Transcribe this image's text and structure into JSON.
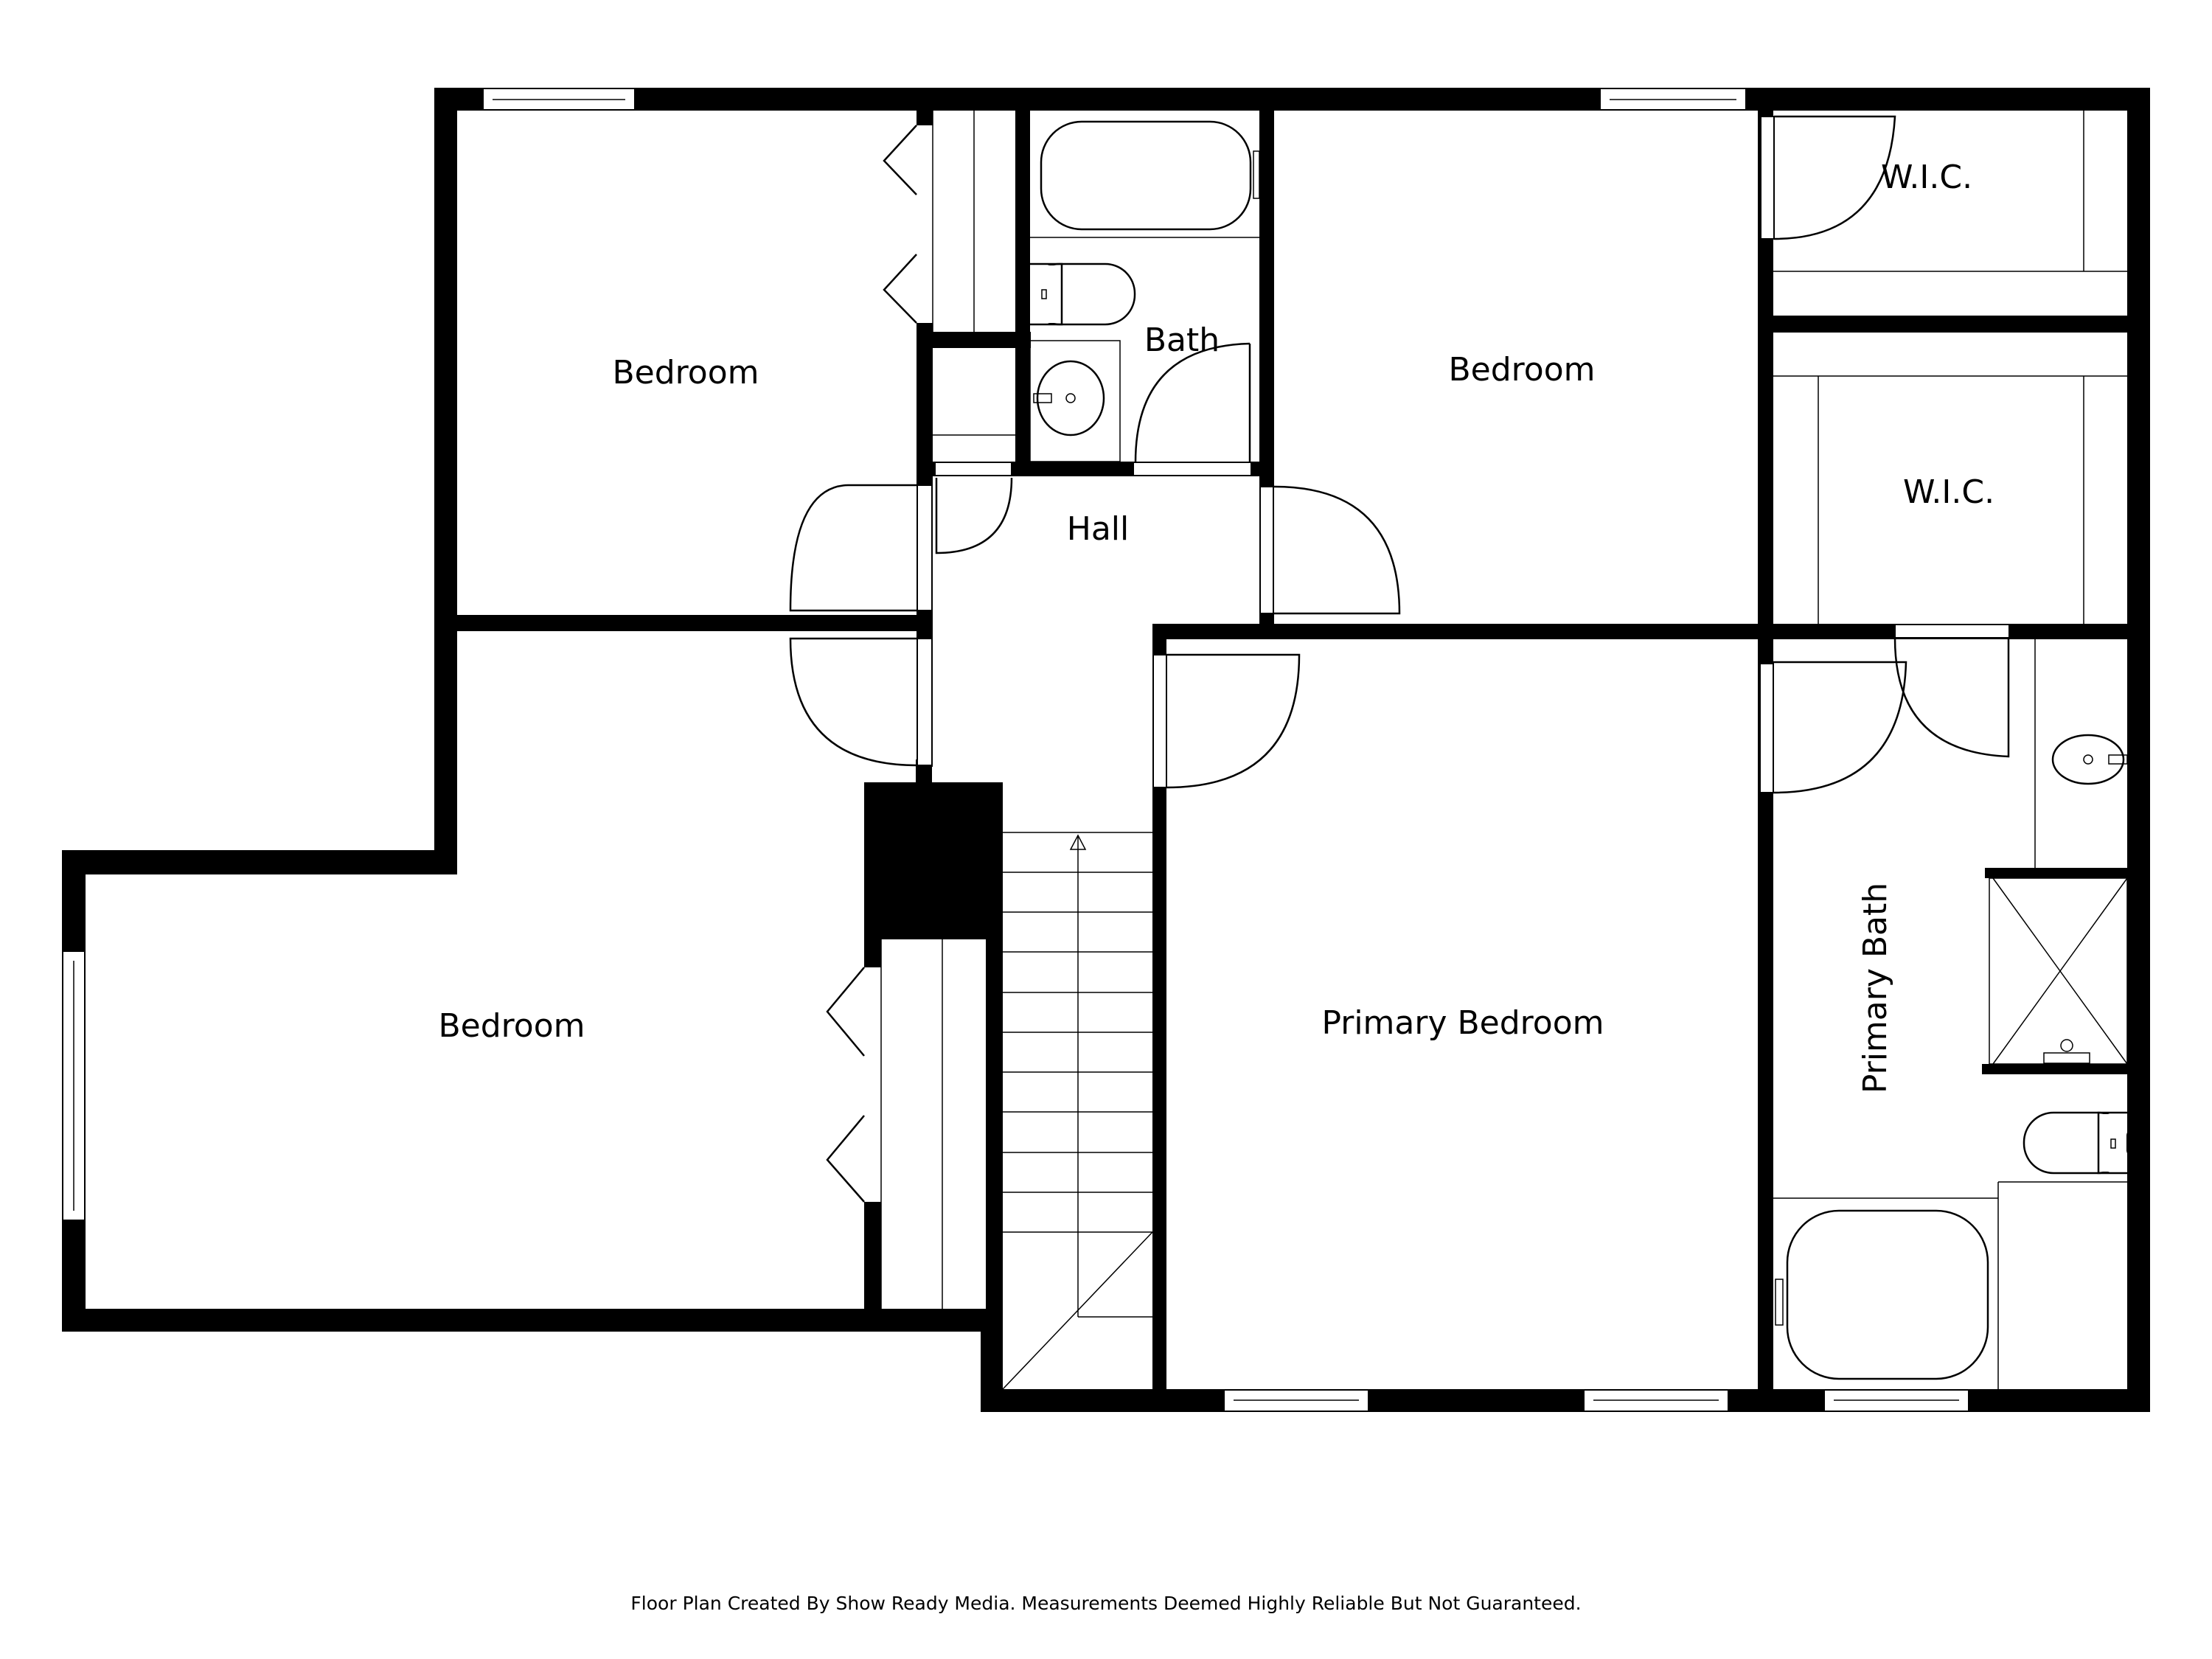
{
  "floor_plan": {
    "rooms": [
      {
        "id": "bedroom-upper-left",
        "label": "Bedroom"
      },
      {
        "id": "bath",
        "label": "Bath"
      },
      {
        "id": "hall",
        "label": "Hall"
      },
      {
        "id": "bedroom-upper-right",
        "label": "Bedroom"
      },
      {
        "id": "wic-top",
        "label": "W.I.C."
      },
      {
        "id": "wic-middle",
        "label": "W.I.C."
      },
      {
        "id": "bedroom-lower-left",
        "label": "Bedroom"
      },
      {
        "id": "primary-bedroom",
        "label": "Primary Bedroom"
      },
      {
        "id": "primary-bath",
        "label": "Primary Bath"
      }
    ],
    "colors": {
      "walls": "#000000",
      "background": "#ffffff"
    }
  },
  "footer": {
    "credit": "Floor Plan Created By Show Ready Media. Measurements Deemed Highly Reliable But Not Guaranteed."
  }
}
